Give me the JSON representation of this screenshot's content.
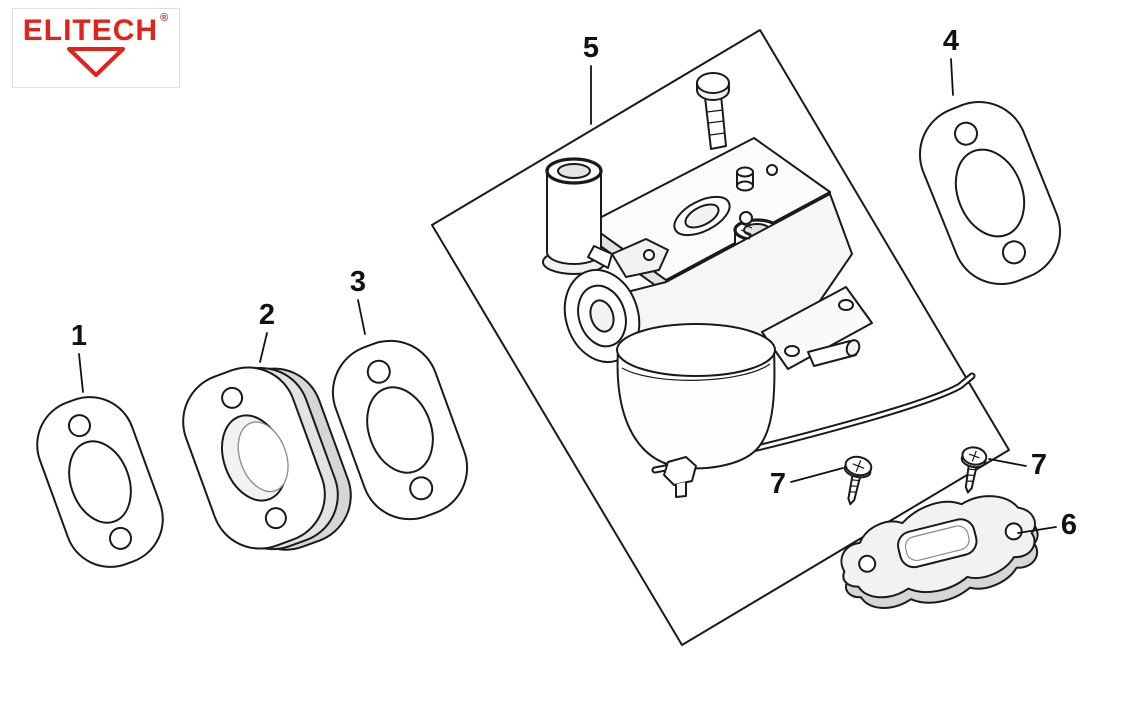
{
  "logo": {
    "brand": "ELITECH",
    "registered_mark": "®",
    "brand_color": "#e2231a"
  },
  "diagram": {
    "background_color": "#ffffff",
    "line_color": "#1a1a1a",
    "callouts": [
      {
        "label": "1",
        "part": "gasket"
      },
      {
        "label": "2",
        "part": "insulator-block"
      },
      {
        "label": "3",
        "part": "gasket"
      },
      {
        "label": "4",
        "part": "gasket"
      },
      {
        "label": "5",
        "part": "carburetor-assembly"
      },
      {
        "label": "6",
        "part": "spacer-plate"
      },
      {
        "label": "7",
        "part": "screw"
      },
      {
        "label": "7",
        "part": "screw"
      }
    ]
  }
}
